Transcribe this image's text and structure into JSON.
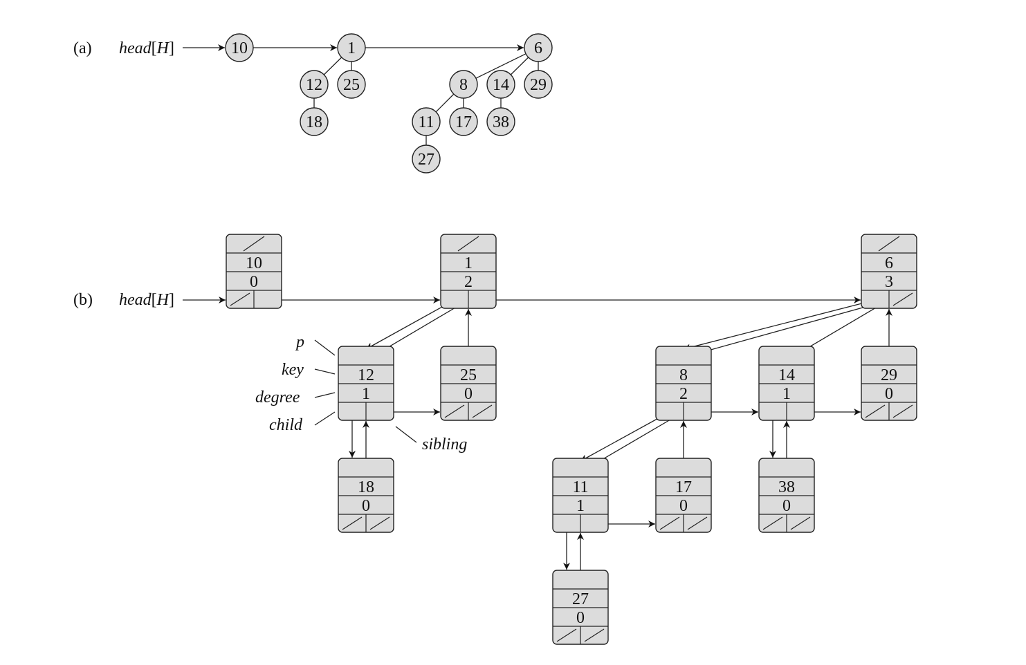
{
  "part_a": {
    "label": "(a)",
    "head": {
      "name": "head",
      "arg": "H"
    },
    "roots": [
      "10",
      "1",
      "6"
    ],
    "nodes": [
      {
        "id": "10",
        "key": "10"
      },
      {
        "id": "1",
        "key": "1"
      },
      {
        "id": "12",
        "key": "12"
      },
      {
        "id": "25",
        "key": "25"
      },
      {
        "id": "18",
        "key": "18"
      },
      {
        "id": "6",
        "key": "6"
      },
      {
        "id": "8",
        "key": "8"
      },
      {
        "id": "14",
        "key": "14"
      },
      {
        "id": "29",
        "key": "29"
      },
      {
        "id": "11",
        "key": "11"
      },
      {
        "id": "17",
        "key": "17"
      },
      {
        "id": "38",
        "key": "38"
      },
      {
        "id": "27",
        "key": "27"
      }
    ],
    "tree_edges": [
      [
        "1",
        "12"
      ],
      [
        "1",
        "25"
      ],
      [
        "12",
        "18"
      ],
      [
        "6",
        "8"
      ],
      [
        "6",
        "14"
      ],
      [
        "6",
        "29"
      ],
      [
        "8",
        "11"
      ],
      [
        "8",
        "17"
      ],
      [
        "14",
        "38"
      ],
      [
        "11",
        "27"
      ]
    ]
  },
  "part_b": {
    "label": "(b)",
    "head": {
      "name": "head",
      "arg": "H"
    },
    "field_labels": {
      "p": "p",
      "key": "key",
      "degree": "degree",
      "child": "child",
      "sibling": "sibling"
    },
    "records": [
      {
        "key": "10",
        "degree": "0",
        "p": null,
        "child": null,
        "sibling": "1"
      },
      {
        "key": "1",
        "degree": "2",
        "p": null,
        "child": "12",
        "sibling": "6"
      },
      {
        "key": "6",
        "degree": "3",
        "p": null,
        "child": "8",
        "sibling": null
      },
      {
        "key": "12",
        "degree": "1",
        "p": "1",
        "child": "18",
        "sibling": "25"
      },
      {
        "key": "25",
        "degree": "0",
        "p": "1",
        "child": null,
        "sibling": null
      },
      {
        "key": "18",
        "degree": "0",
        "p": "12",
        "child": null,
        "sibling": null
      },
      {
        "key": "8",
        "degree": "2",
        "p": "6",
        "child": "11",
        "sibling": "14"
      },
      {
        "key": "14",
        "degree": "1",
        "p": "6",
        "child": "38",
        "sibling": "29"
      },
      {
        "key": "29",
        "degree": "0",
        "p": "6",
        "child": null,
        "sibling": null
      },
      {
        "key": "11",
        "degree": "1",
        "p": "8",
        "child": "27",
        "sibling": "17"
      },
      {
        "key": "17",
        "degree": "0",
        "p": "8",
        "child": null,
        "sibling": null
      },
      {
        "key": "38",
        "degree": "0",
        "p": "14",
        "child": null,
        "sibling": null
      },
      {
        "key": "27",
        "degree": "0",
        "p": "11",
        "child": null,
        "sibling": null
      }
    ]
  }
}
